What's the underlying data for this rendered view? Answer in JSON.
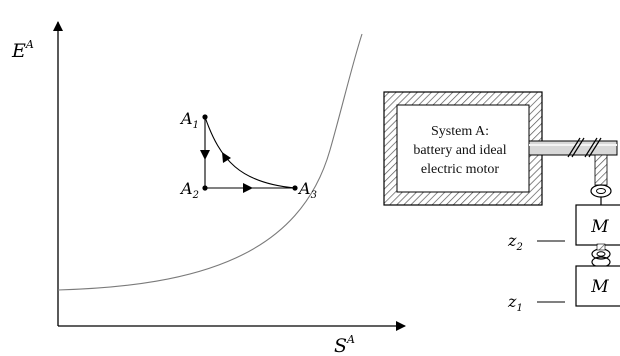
{
  "axes": {
    "y_label": "E",
    "y_sup": "A",
    "x_label": "S",
    "x_sup": "A"
  },
  "states": [
    {
      "name": "A",
      "sub": "1"
    },
    {
      "name": "A",
      "sub": "2"
    },
    {
      "name": "A",
      "sub": "3"
    }
  ],
  "system_box": {
    "lines": [
      "System A:",
      "battery and ideal",
      "electric motor"
    ]
  },
  "masses": [
    {
      "label": "M"
    },
    {
      "label": "M"
    }
  ],
  "heights": [
    {
      "name": "z",
      "sub": "2"
    },
    {
      "name": "z",
      "sub": "1"
    }
  ],
  "colors": {
    "ink": "#000000",
    "curve": "#7a7a7a",
    "hatch": "#555555",
    "inner_box": "#ececec"
  }
}
